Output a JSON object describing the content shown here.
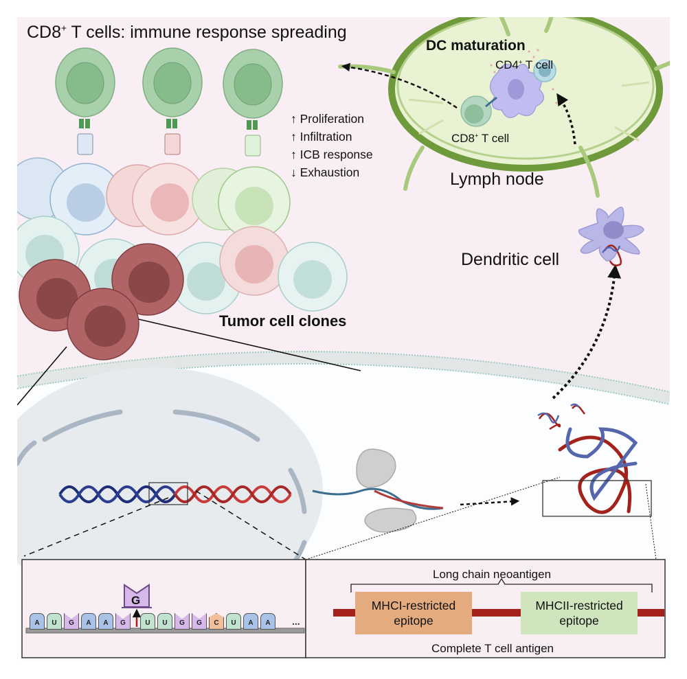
{
  "title": {
    "prefix": "CD8",
    "superscript": "+",
    "suffix": " T cells: immune response spreading"
  },
  "effects": [
    {
      "arrow": "↑",
      "label": "Proliferation"
    },
    {
      "arrow": "↑",
      "label": "Infiltration"
    },
    {
      "arrow": "↑",
      "label": "ICB response"
    },
    {
      "arrow": "↓",
      "label": "Exhaustion"
    }
  ],
  "lymph_node": {
    "title": "DC maturation",
    "cd4_label": {
      "prefix": "CD4",
      "superscript": "+",
      "suffix": " T cell"
    },
    "cd8_label": {
      "prefix": "CD8",
      "superscript": "+",
      "suffix": " T cell"
    },
    "label": "Lymph node"
  },
  "dendritic_cell": {
    "label": "Dendritic cell"
  },
  "tumor": {
    "label": "Tumor cell clones"
  },
  "mutation": {
    "inserted_base": "G",
    "sequence": [
      "A",
      "U",
      "G",
      "A",
      "A",
      "G",
      "U",
      "U",
      "G",
      "G",
      "C",
      "U",
      "A",
      "A"
    ],
    "ellipsis": "..."
  },
  "antigen": {
    "top_label": "Long chain neoantigen",
    "epitope_1": {
      "line1": "MHCI-restricted",
      "line2": "epitope"
    },
    "epitope_2": {
      "line1": "MHCII-restricted",
      "line2": "epitope"
    },
    "bottom_label": "Complete T cell antigen"
  },
  "colors": {
    "background": "#f8eef3",
    "t_cell": "#a8d0ab",
    "tumor_dark": "#a85b5e",
    "lymph_green": "#6f9a3c",
    "dendritic": "#b9b7e8",
    "dna_blue": "#1e2e78",
    "dna_red": "#c93a3a",
    "backbone_red": "#a3221b"
  }
}
